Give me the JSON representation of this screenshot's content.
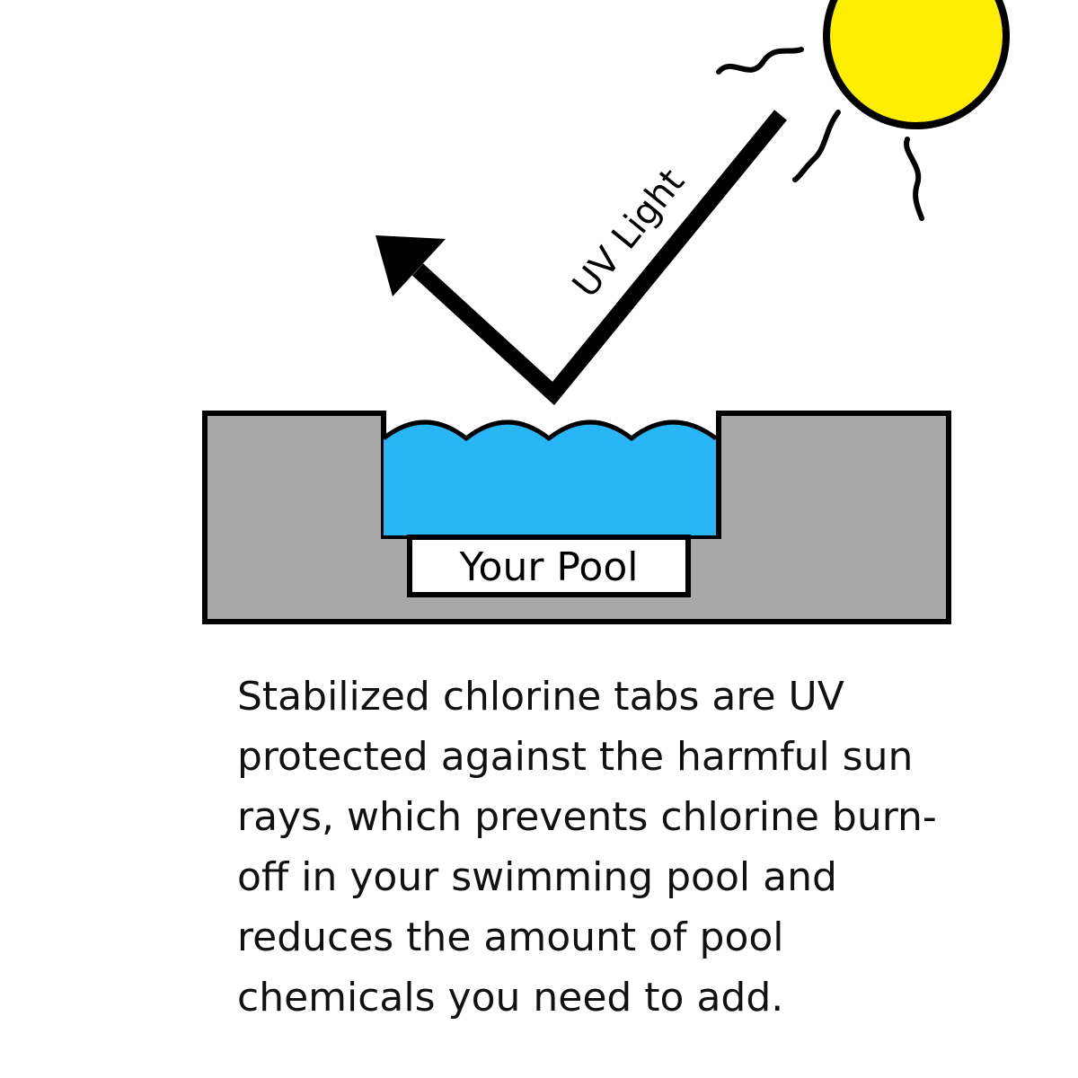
{
  "diagram": {
    "ray_label": "UV Light",
    "pool_label": "Your Pool",
    "caption": "Stabilized chlorine tabs are UV protected against the harmful sun rays, which prevents chlorine burn-off in your swimming pool and reduces the amount of pool chemicals you need to add."
  },
  "colors": {
    "sun": "#ffee00",
    "water": "#29b6f6",
    "ground": "#a8a8a8",
    "outline": "#000000",
    "label_box": "#ffffff"
  },
  "icons": [
    "sun-icon",
    "uv-ray-arrow-icon",
    "pool-icon"
  ]
}
